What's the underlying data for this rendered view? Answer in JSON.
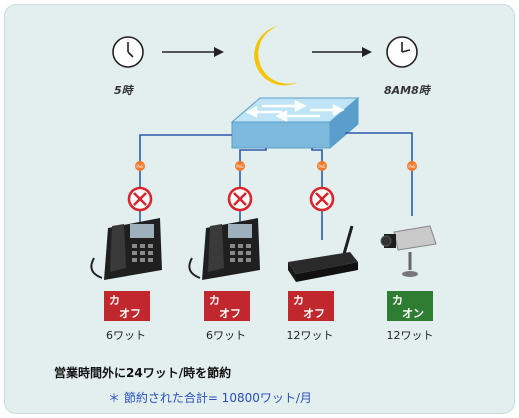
{
  "time_start": "5時",
  "time_end": "8AM8時",
  "devices": [
    {
      "name": "IP phone",
      "state_top": "カ",
      "state_bottom": "オフ",
      "watts": "6ワット",
      "color": "#c0282e"
    },
    {
      "name": "IP phone",
      "state_top": "カ",
      "state_bottom": "オフ",
      "watts": "6ワット",
      "color": "#c0282e"
    },
    {
      "name": "Wireless router",
      "state_top": "カ",
      "state_bottom": "オフ",
      "watts": "12ワット",
      "color": "#c0282e"
    },
    {
      "name": "IP camera",
      "state_top": "カ",
      "state_bottom": "オン",
      "watts": "12ワット",
      "color": "#2e7d32"
    }
  ],
  "summary": "営業時間外に24ワット/時を節約",
  "total": "＊ 節約された合計= 10800ワット/月",
  "colors": {
    "background": "#e3efee",
    "switch": "#8ec6e6",
    "poe": "#f07a2a",
    "off": "#c0282e",
    "on": "#2e7d32",
    "wire": "#2e5aa8"
  }
}
